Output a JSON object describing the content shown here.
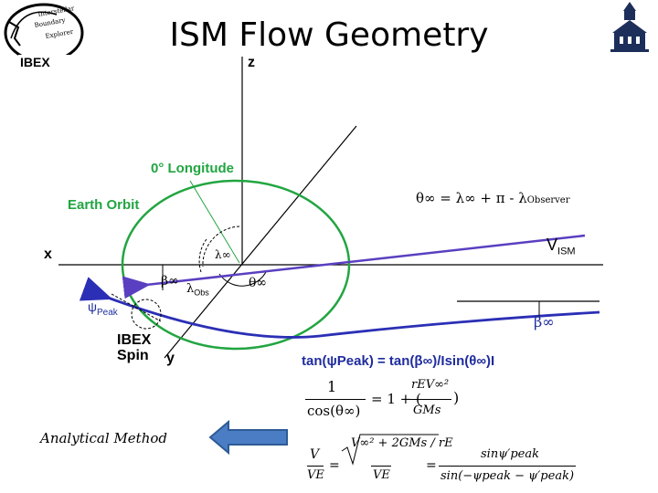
{
  "title": "ISM Flow Geometry",
  "logo": {
    "lines": [
      "Interstellar",
      "Boundary",
      "Explorer"
    ],
    "name": "IBEX"
  },
  "axes": {
    "z": "z",
    "x": "x",
    "y": "y"
  },
  "labels": {
    "zero_longitude": "0° Longitude",
    "earth_orbit": "Earth Orbit",
    "v_ism_v": "V",
    "v_ism_sub": "ISM",
    "lambda_inf": "λ∞",
    "lambda_obs": "λ",
    "lambda_obs_sub": "Obs",
    "theta_inf": "θ∞",
    "beta_inf": "β∞",
    "beta_inf_right": "β∞",
    "psi_peak": "ψ",
    "psi_peak_sub": "Peak",
    "ibex": "IBEX",
    "spin": "Spin"
  },
  "formula_top": {
    "lhs": "θ∞ = λ∞ + π - λ",
    "sub": "Observer"
  },
  "formula_tan": "tan(ψPeak) = tan(β∞)/Isin(θ∞)I",
  "equations": {
    "eq1_lhs_num": "1",
    "eq1_lhs_den": "cos(θ∞)",
    "eq1_rhs": "= 1 + (",
    "eq1_frac_num": "rEV∞²",
    "eq1_frac_den": "GMs",
    "eq1_close": ")",
    "eq2_v": "V",
    "eq2_ve": "VE",
    "eq2_equals": "=",
    "eq2_sqrt": "V∞² + 2GMs / rE",
    "eq2_ve2": "VE",
    "eq2_equals2": "=",
    "eq2_num": "sinψ′peak",
    "eq2_den": "sin(−ψpeak − ψ′peak)"
  },
  "analytical_method": "Analytical Method",
  "colors": {
    "green": "#22a541",
    "blue_line": "#2b2fb5",
    "purple_line": "#5a3fc0",
    "arrow_fill": "#4a7dc3",
    "arrow_stroke": "#2e5b96"
  }
}
